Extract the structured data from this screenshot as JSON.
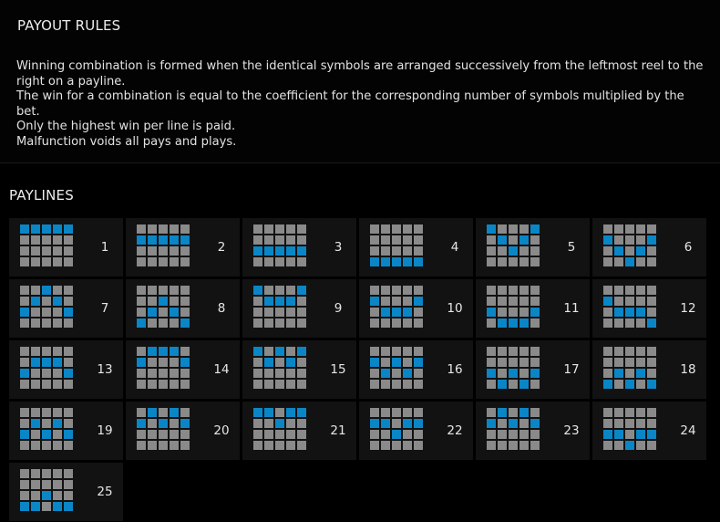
{
  "payout_rules": {
    "title": "PAYOUT RULES",
    "lines": [
      "Winning combination is formed when the identical symbols are arranged successively from the leftmost reel to the right on a payline.",
      "The win for a combination is equal to the coefficient for the corresponding number of symbols multiplied by the bet.",
      "Only the highest win per line is paid.",
      "Malfunction voids all pays and plays."
    ]
  },
  "paylines": {
    "title": "PAYLINES",
    "colors": {
      "active": "#0a86c6",
      "inactive": "#8a8a8a"
    },
    "items": [
      {
        "label": "1",
        "rows": [
          0,
          0,
          0,
          0,
          0
        ]
      },
      {
        "label": "2",
        "rows": [
          1,
          1,
          1,
          1,
          1
        ]
      },
      {
        "label": "3",
        "rows": [
          2,
          2,
          2,
          2,
          2
        ]
      },
      {
        "label": "4",
        "rows": [
          3,
          3,
          3,
          3,
          3
        ]
      },
      {
        "label": "5",
        "rows": [
          0,
          1,
          2,
          1,
          0
        ]
      },
      {
        "label": "6",
        "rows": [
          1,
          2,
          3,
          2,
          1
        ]
      },
      {
        "label": "7",
        "rows": [
          2,
          1,
          0,
          1,
          2
        ]
      },
      {
        "label": "8",
        "rows": [
          3,
          2,
          1,
          2,
          3
        ]
      },
      {
        "label": "9",
        "rows": [
          0,
          1,
          1,
          1,
          0
        ]
      },
      {
        "label": "10",
        "rows": [
          1,
          2,
          2,
          2,
          1
        ]
      },
      {
        "label": "11",
        "rows": [
          2,
          3,
          3,
          3,
          2
        ]
      },
      {
        "label": "12",
        "rows": [
          1,
          2,
          2,
          2,
          3
        ]
      },
      {
        "label": "13",
        "rows": [
          2,
          1,
          1,
          1,
          2
        ]
      },
      {
        "label": "14",
        "rows": [
          1,
          0,
          0,
          0,
          1
        ]
      },
      {
        "label": "15",
        "rows": [
          0,
          1,
          0,
          1,
          0
        ]
      },
      {
        "label": "16",
        "rows": [
          1,
          2,
          1,
          2,
          1
        ]
      },
      {
        "label": "17",
        "rows": [
          2,
          3,
          2,
          3,
          2
        ]
      },
      {
        "label": "18",
        "rows": [
          3,
          2,
          3,
          2,
          3
        ]
      },
      {
        "label": "19",
        "rows": [
          2,
          1,
          2,
          1,
          2
        ]
      },
      {
        "label": "20",
        "rows": [
          1,
          0,
          1,
          0,
          1
        ]
      },
      {
        "label": "21",
        "rows": [
          0,
          0,
          1,
          0,
          0
        ]
      },
      {
        "label": "22",
        "rows": [
          1,
          1,
          2,
          1,
          1
        ]
      },
      {
        "label": "23",
        "rows": [
          1,
          0,
          1,
          0,
          1
        ]
      },
      {
        "label": "24",
        "rows": [
          2,
          2,
          3,
          2,
          2
        ]
      },
      {
        "label": "25",
        "rows": [
          3,
          3,
          2,
          3,
          3
        ]
      }
    ]
  }
}
